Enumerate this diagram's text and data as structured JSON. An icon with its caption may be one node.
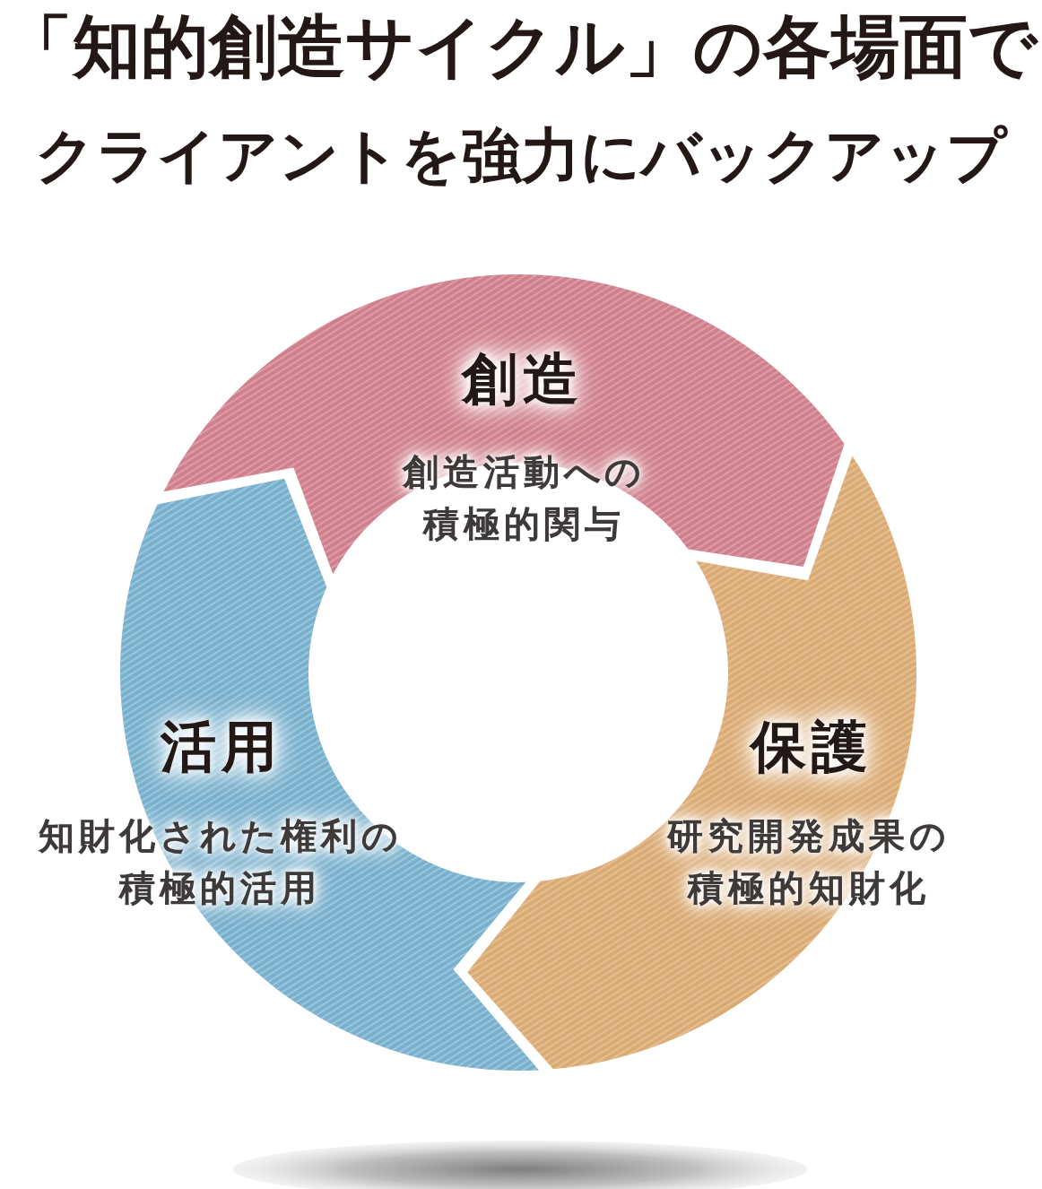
{
  "diagram": {
    "title": "「知的創造サイクル」の各場面でクライアントを強力にバックアップ",
    "nodes": [
      {
        "text": [
          "創造",
          "創造活動への積極的関与"
        ]
      },
      {
        "text": [
          "活用",
          "知財化された権利の積極的活用"
        ]
      },
      {
        "text": [
          "保護",
          "研究開発成果の積極的知財化"
        ]
      }
    ]
  }
}
